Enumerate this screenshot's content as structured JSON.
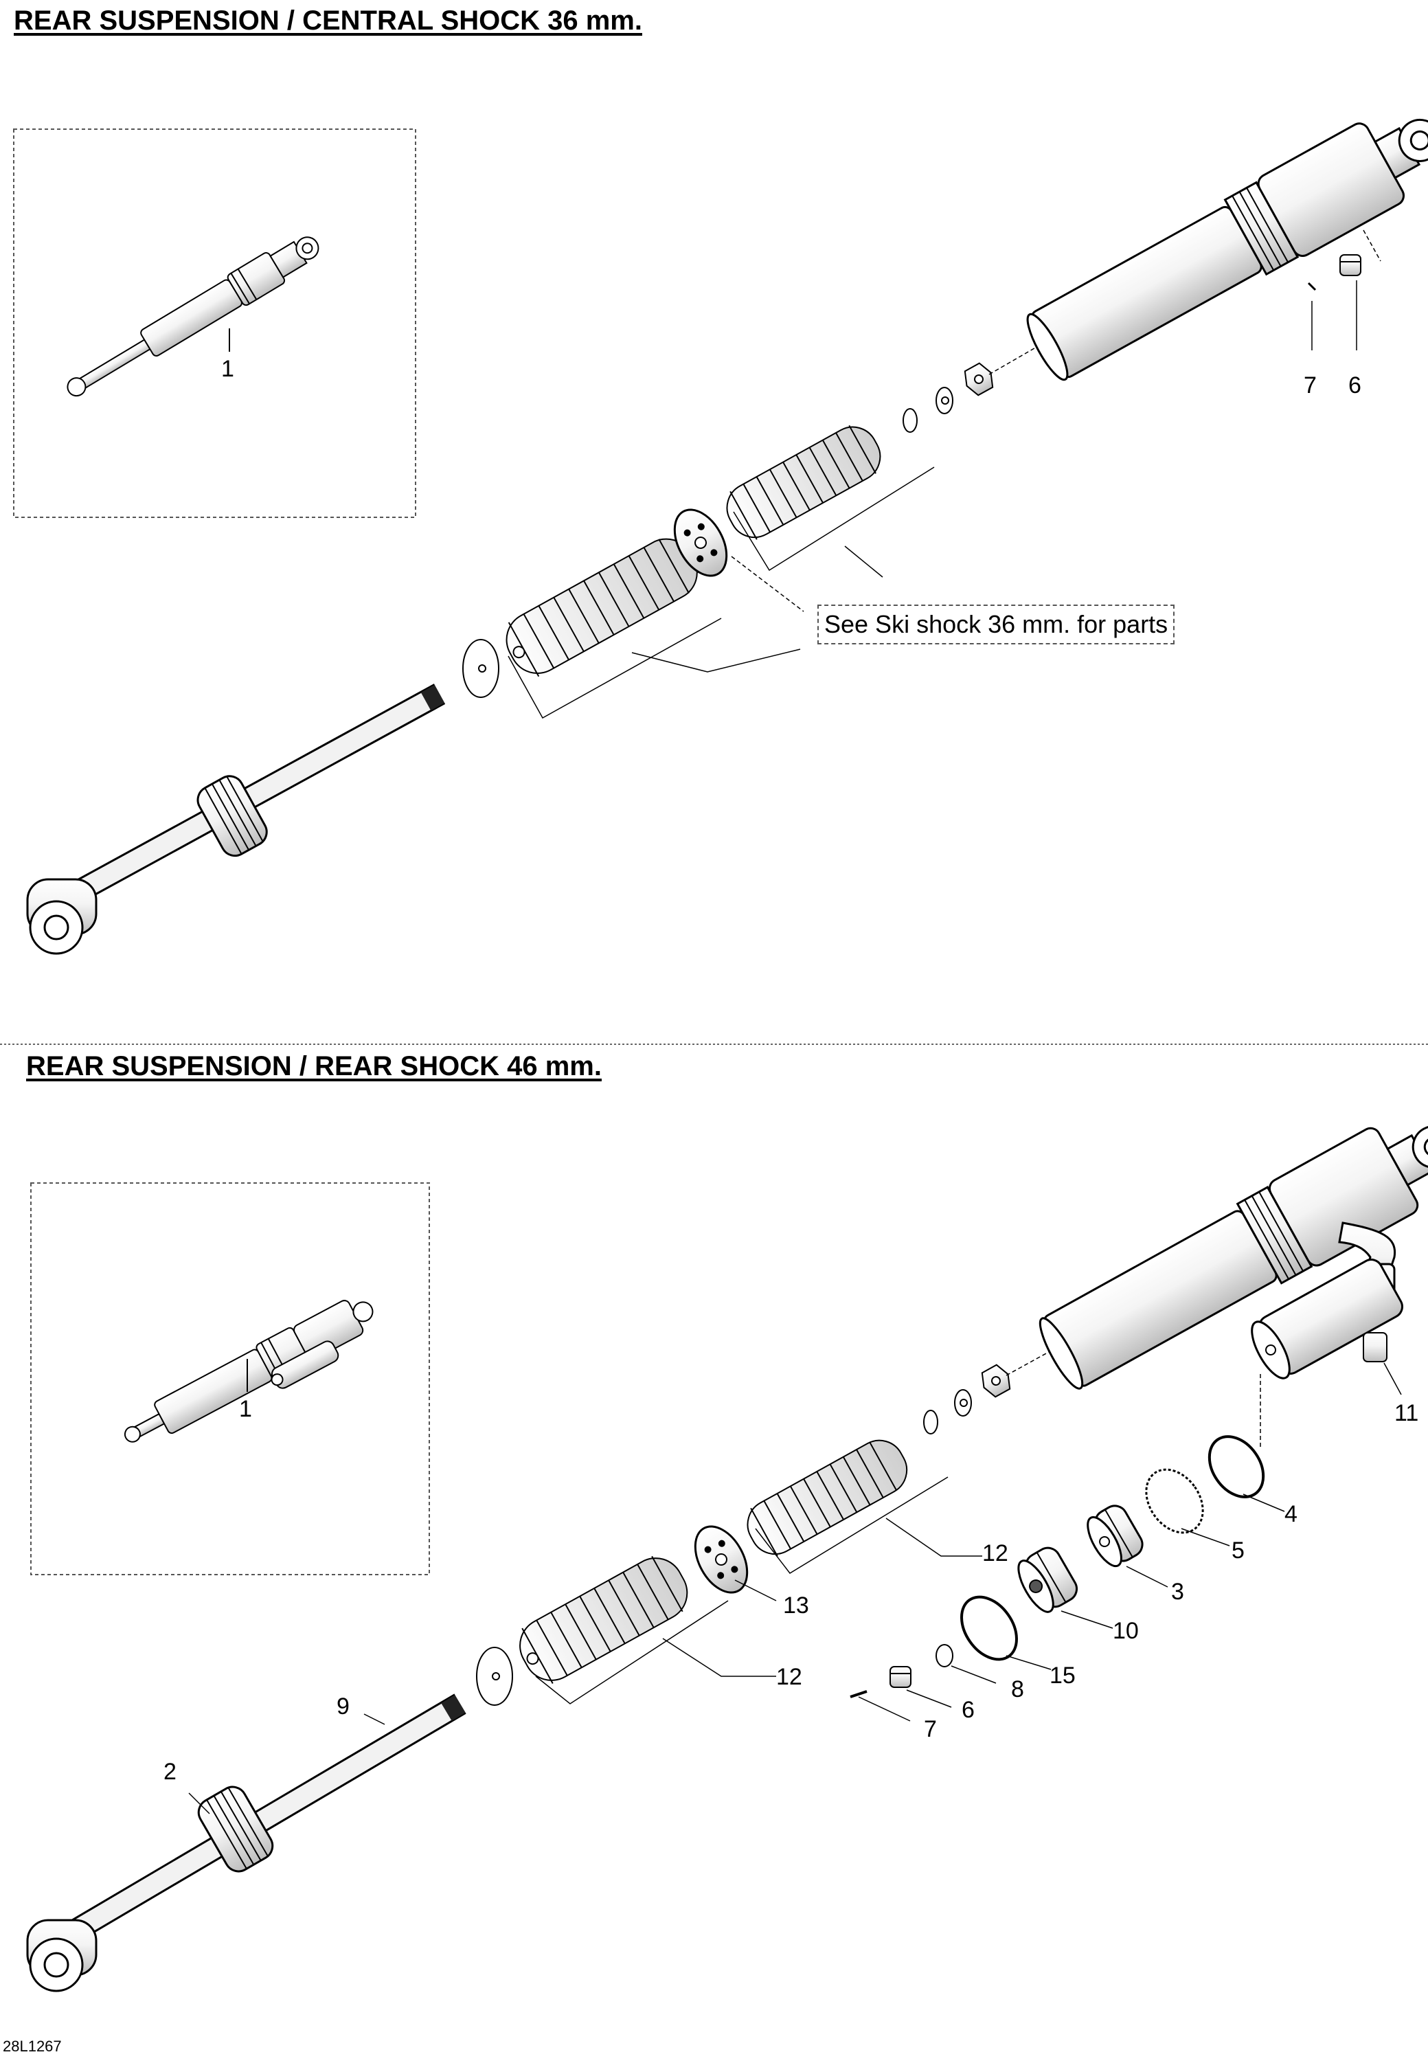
{
  "section1": {
    "title": "REAR SUSPENSION / CENTRAL SHOCK 36 mm.",
    "note": "See Ski shock 36 mm. for parts",
    "callouts": {
      "inset_1": "1",
      "c7": "7",
      "c6": "6"
    }
  },
  "section2": {
    "title": "REAR SUSPENSION / REAR SHOCK 46 mm.",
    "callouts": {
      "inset_1": "1",
      "c11": "11",
      "c4": "4",
      "c5": "5",
      "c3": "3",
      "c12a": "12",
      "c10": "10",
      "c13": "13",
      "c15": "15",
      "c8": "8",
      "c12b": "12",
      "c6": "6",
      "c7": "7",
      "c9": "9",
      "c2": "2"
    }
  },
  "figure_code": "28L1267"
}
